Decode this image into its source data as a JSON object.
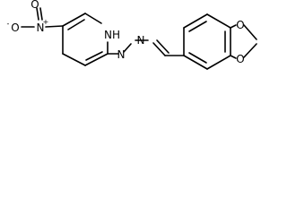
{
  "molecule": {
    "atom_labels": {
      "nitro_o_top": "O",
      "nitro_n": "N",
      "nitro_o_left": "O",
      "ring_nh": "NH",
      "hydrazone_n1": "N",
      "hydrazone_n2": "N",
      "dioxole_o_top": "O",
      "dioxole_o_bottom": "O"
    },
    "charges": {
      "nitro_o_left": "-",
      "nitro_n": "+"
    },
    "colors": {
      "bond": "#000000",
      "label": "#000000",
      "background": "#ffffff"
    }
  }
}
